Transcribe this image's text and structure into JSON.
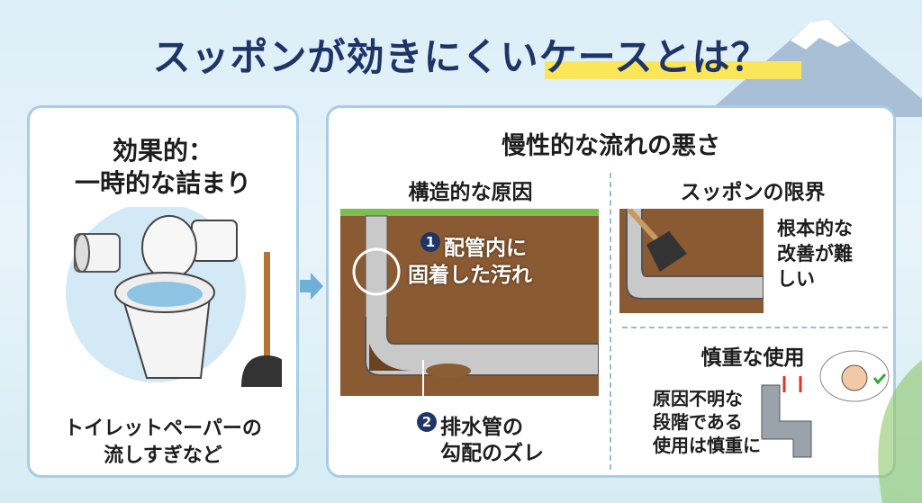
{
  "title": "スッポンが効きにくいケースとは？",
  "left": {
    "heading1": "効果的：",
    "heading2": "一時的な詰まり",
    "caption1": "トイレットペーパーの",
    "caption2": "流しすぎなど"
  },
  "right": {
    "heading": "慢性的な流れの悪さ",
    "structural": {
      "heading": "構造的な原因",
      "badge1": "1",
      "item1_line1": "配管内に",
      "item1_line2": "固着した汚れ",
      "badge2": "2",
      "item2_line1": "排水管の",
      "item2_line2": "勾配のズレ"
    },
    "limit": {
      "heading": "スッポンの限界",
      "line1": "根本的な",
      "line2": "改善が難",
      "line3": "しい"
    },
    "careful": {
      "heading": "慎重な使用",
      "line1": "原因不明な",
      "line2": "段階である",
      "line3": "使用は慎重に"
    }
  },
  "colors": {
    "navy": "#1e3568",
    "highlight": "#fbe65a",
    "border": "#a8cde6",
    "soil": "#8a5a32"
  }
}
